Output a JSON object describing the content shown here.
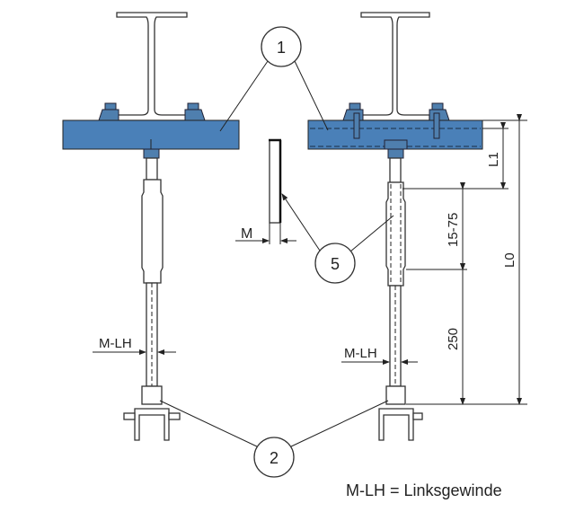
{
  "callouts": {
    "c1": "1",
    "c2": "2",
    "c5": "5"
  },
  "dimensions": {
    "m": "M",
    "m_lh_left": "M-LH",
    "m_lh_right": "M-LH",
    "l1": "L1",
    "l0": "L0",
    "range": "15-75",
    "rod_length": "250"
  },
  "legend": "M-LH = Linksgewinde",
  "colors": {
    "plate": "#4a80b8"
  }
}
